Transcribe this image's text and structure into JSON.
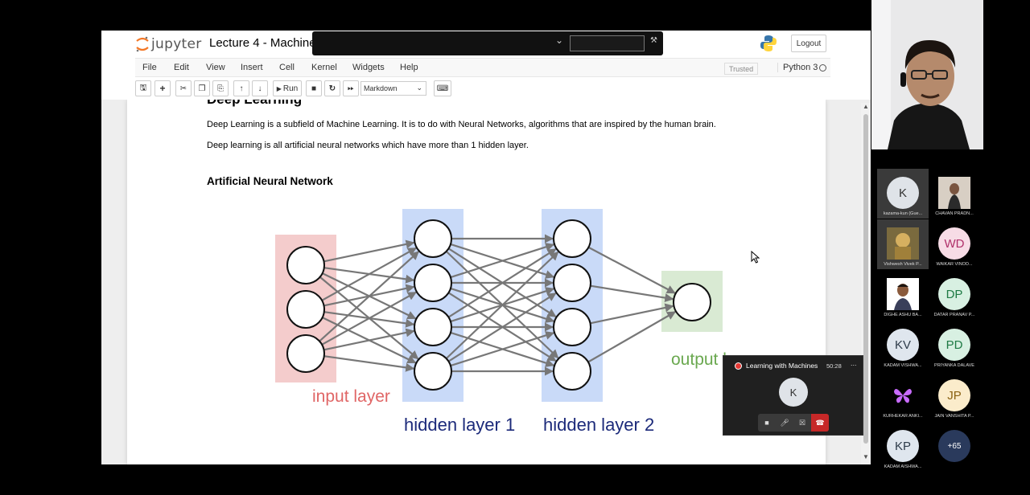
{
  "notebook": {
    "logo_text": "jupyter",
    "title": "Lecture 4 - Machine",
    "logout_label": "Logout",
    "menu": [
      "File",
      "Edit",
      "View",
      "Insert",
      "Cell",
      "Kernel",
      "Widgets",
      "Help"
    ],
    "trusted_label": "Trusted",
    "kernel_name": "Python 3",
    "toolbar": {
      "run_label": "Run",
      "cell_type": "Markdown"
    }
  },
  "content": {
    "heading_cut": "Deep Learning",
    "para1": "Deep Learning is a subfield of Machine Learning. It is to do with Neural Networks, algorithms that are inspired by the human brain.",
    "para2": "Deep learning is all artificial neural networks which have more than 1 hidden layer.",
    "subheading": "Artificial Neural Network"
  },
  "diagram": {
    "layers": [
      {
        "label": "input layer",
        "nodes": 3,
        "color": "#f4cccc",
        "label_color": "#e06666"
      },
      {
        "label": "hidden layer 1",
        "nodes": 4,
        "color": "#c9daf8",
        "label_color": "#1c2a7a"
      },
      {
        "label": "hidden layer 2",
        "nodes": 4,
        "color": "#c9daf8",
        "label_color": "#1c2a7a"
      },
      {
        "label": "output lay",
        "nodes": 1,
        "color": "#d9ead3",
        "label_color": "#6aa84f"
      }
    ]
  },
  "meeting": {
    "title": "Learning with Machines",
    "time": "50:28",
    "more": "...",
    "avatar_initial": "K"
  },
  "participants": [
    {
      "initials": "K",
      "name": "kazama-kun (Gue...",
      "bg": "#dfe3e8",
      "fg": "#333333",
      "highlight": true
    },
    {
      "initials": "",
      "name": "CHAVAN PRADN...",
      "bg": "#c8b8a8",
      "fg": "#333333",
      "highlight": false,
      "photo": "person-photo"
    },
    {
      "initials": "",
      "name": "Vishwesh Vivek P...",
      "bg": "#8a7a50",
      "fg": "#333333",
      "highlight": true,
      "photo": "decor-photo"
    },
    {
      "initials": "WD",
      "name": "WAIKAR VINOD...",
      "bg": "#f7dce6",
      "fg": "#b0306a",
      "highlight": false
    },
    {
      "initials": "",
      "name": "DIGHE ASHU BA...",
      "bg": "#ffffff",
      "fg": "#333333",
      "highlight": false,
      "photo": "portrait-photo"
    },
    {
      "initials": "DP",
      "name": "DATAR PRANAV P...",
      "bg": "#d8f0e2",
      "fg": "#1e7a44",
      "highlight": false
    },
    {
      "initials": "KV",
      "name": "KADAM VISHWA...",
      "bg": "#dfe6ee",
      "fg": "#2d3b4a",
      "highlight": false
    },
    {
      "initials": "PD",
      "name": "PRIYANKA DALAVE",
      "bg": "#d8f0e2",
      "fg": "#1e7a44",
      "highlight": false
    },
    {
      "initials": "",
      "name": "KURHEKAR ANKI...",
      "bg": "#000000",
      "fg": "#333333",
      "highlight": false,
      "photo": "butterfly-icon"
    },
    {
      "initials": "JP",
      "name": "JAIN VANSHITA P...",
      "bg": "#fbeccb",
      "fg": "#8a6212",
      "highlight": false
    },
    {
      "initials": "KP",
      "name": "KADAM AISHWA...",
      "bg": "#dfe6ee",
      "fg": "#2d3b4a",
      "highlight": false
    },
    {
      "initials": "+65",
      "name": "",
      "bg": "#2a3a5c",
      "fg": "#ffffff",
      "highlight": false
    }
  ]
}
